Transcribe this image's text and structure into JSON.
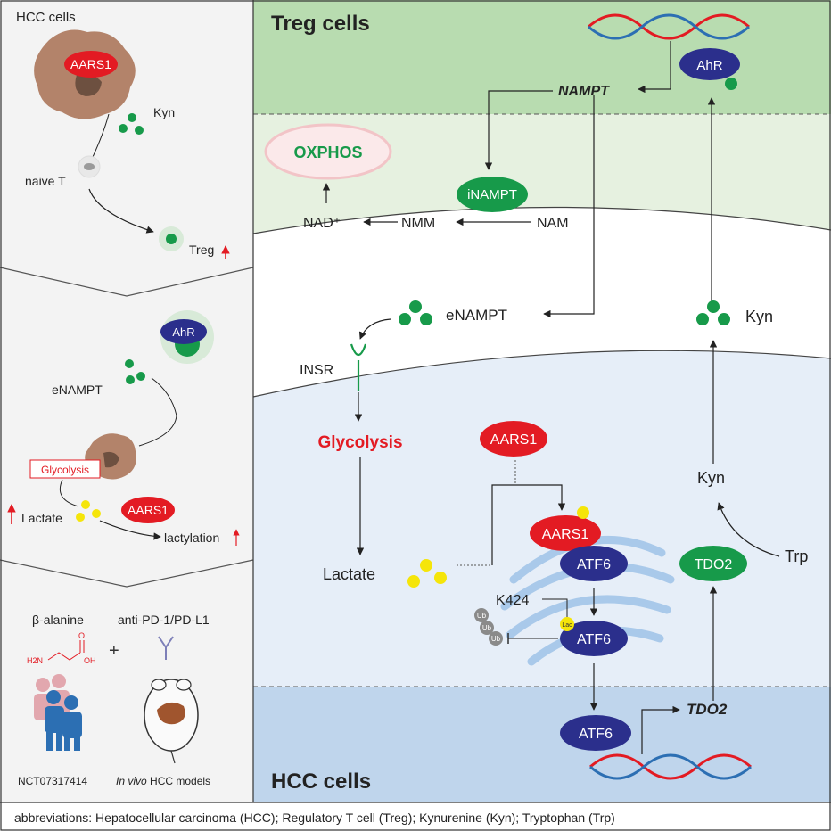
{
  "left_panel": {
    "p1": {
      "title": "HCC cells",
      "aars1": "AARS1",
      "kyn": "Kyn",
      "naive_t": "naive T",
      "treg": "Treg"
    },
    "p2": {
      "ahr": "AhR",
      "enampt": "eNAMPT",
      "glycolysis": "Glycolysis",
      "lactate": "Lactate",
      "aars1": "AARS1",
      "lactylation": "lactylation"
    },
    "p3": {
      "beta_alanine": "β-alanine",
      "anti_pd1": "anti-PD-1/PD-L1",
      "plus": "+",
      "nct": "NCT07317414",
      "in_vivo_italic": "In vivo",
      "in_vivo_rest": " HCC models",
      "h2n": "H2N",
      "oh": "OH",
      "o": "O"
    }
  },
  "treg_region": {
    "title": "Treg cells",
    "ahr": "AhR",
    "nampt": "NAMPT",
    "oxphos": "OXPHOS",
    "inampt": "iNAMPT",
    "nad": "NAD⁺",
    "nmm": "NMM",
    "nam": "NAM"
  },
  "extracellular": {
    "enampt": "eNAMPT",
    "kyn": "Kyn",
    "insr": "INSR"
  },
  "hcc_region": {
    "title": "HCC cells",
    "glycolysis": "Glycolysis",
    "aars1_top": "AARS1",
    "aars1_bound": "AARS1",
    "atf6_top": "ATF6",
    "atf6_mid": "ATF6",
    "atf6_nuc": "ATF6",
    "lactate": "Lactate",
    "k424": "K424",
    "ub": "Ub",
    "lac": "Lac",
    "tdo2_protein": "TDO2",
    "tdo2_gene": "TDO2",
    "kyn": "Kyn",
    "trp": "Trp"
  },
  "footer": {
    "abbreviations": "abbreviations: Hepatocellular carcinoma (HCC); Regulatory T cell (Treg); Kynurenine (Kyn); Tryptophan (Trp)"
  },
  "colors": {
    "treg_dark": "#b8dcb0",
    "treg_light": "#e6f1e0",
    "hcc_light": "#e6eef8",
    "hcc_dark": "#bfd5ec",
    "left_bg": "#f3f3f3",
    "green": "#179a4a",
    "red": "#e31b23",
    "navy": "#2b2f8c",
    "yellow": "#f5e50a",
    "tumor": "#b3836a"
  }
}
